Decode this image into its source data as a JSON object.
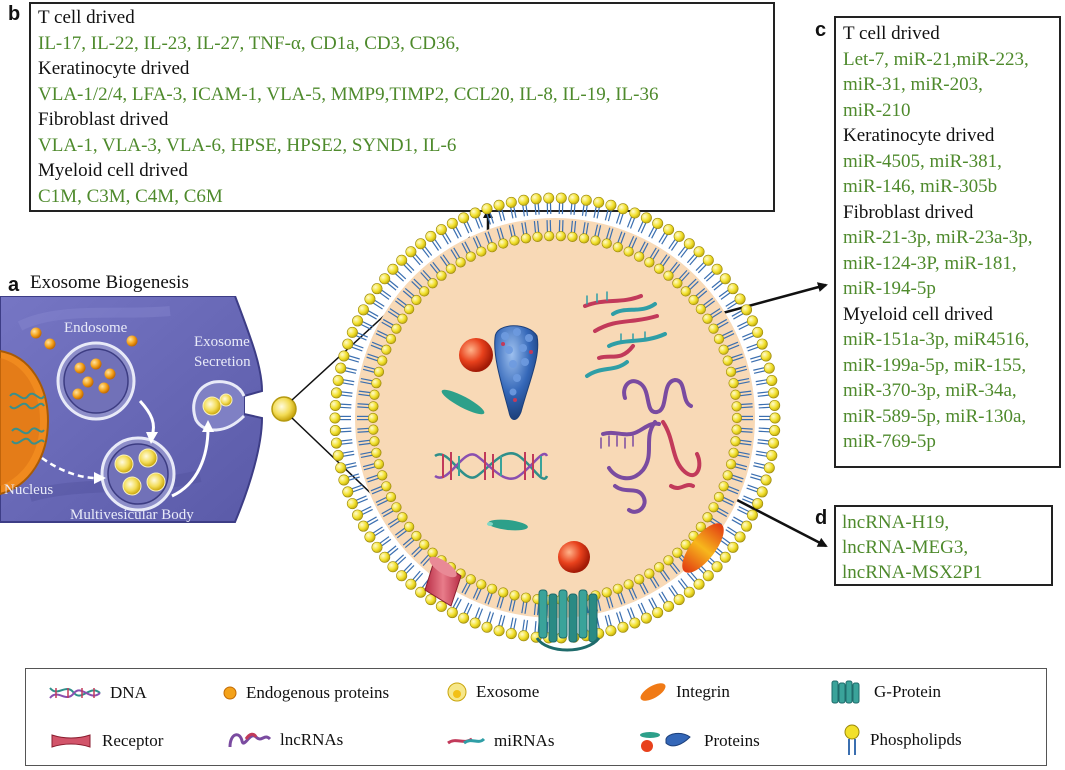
{
  "panels": {
    "a": "a",
    "b": "b",
    "c": "c",
    "d": "d"
  },
  "biogenesis": {
    "title": "Exosome Biogenesis",
    "endosome": "Endosome",
    "exosome_secretion_1": "Exosome",
    "exosome_secretion_2": "Secretion",
    "nucleus": "Nucleus",
    "multivesicular_body": "Multivesicular Body"
  },
  "box_b": {
    "t_cell_heading": "T cell drived",
    "t_cell_items": "IL-17, IL-22, IL-23, IL-27, TNF-α, CD1a, CD3, CD36,",
    "keratinocyte_heading": "Keratinocyte drived",
    "keratinocyte_items": "VLA-1/2/4, LFA-3, ICAM-1, VLA-5, MMP9,TIMP2, CCL20, IL-8, IL-19, IL-36",
    "fibroblast_heading": "Fibroblast drived",
    "fibroblast_items": "VLA-1, VLA-3, VLA-6, HPSE, HPSE2, SYND1, IL-6",
    "myeloid_heading": "Myeloid cell drived",
    "myeloid_items": "C1M, C3M, C4M, C6M"
  },
  "box_c": {
    "t_cell_heading": "T cell drived",
    "t_cell_items": [
      "Let-7, miR-21,miR-223,",
      "miR-31, miR-203,",
      "miR-210"
    ],
    "keratinocyte_heading": "Keratinocyte drived",
    "keratinocyte_items": [
      "miR-4505, miR-381,",
      "miR-146, miR-305b"
    ],
    "fibroblast_heading": "Fibroblast drived",
    "fibroblast_items": [
      "miR-21-3p, miR-23a-3p,",
      "miR-124-3P, miR-181,",
      "miR-194-5p"
    ],
    "myeloid_heading": "Myeloid cell drived",
    "myeloid_items": [
      "miR-151a-3p, miR4516,",
      "miR-199a-5p, miR-155,",
      "miR-370-3p, miR-34a,",
      "miR-589-5p, miR-130a,",
      "miR-769-5p"
    ]
  },
  "box_d": {
    "items": [
      "lncRNA-H19,",
      "lncRNA-MEG3,",
      "lncRNA-MSX2P1"
    ]
  },
  "legend": {
    "dna": "DNA",
    "endogenous_proteins": "Endogenous proteins",
    "exosome": "Exosome",
    "integrin": "Integrin",
    "g_protein": "G-Protein",
    "receptor": "Receptor",
    "lncrnas": "lncRNAs",
    "mirnas": "miRNAs",
    "proteins": "Proteins",
    "phospholipids": "Phospholipds"
  },
  "colors": {
    "green_text": "#4e8a2c",
    "cell_purple": "#6f6fbd",
    "vesicle_interior": "#f8d9b6",
    "phospholipid_head": "#f2e02a",
    "lncrna": "#7a4ba0",
    "mirna_red": "#c23a5a",
    "mirna_teal": "#2f9ea6"
  }
}
